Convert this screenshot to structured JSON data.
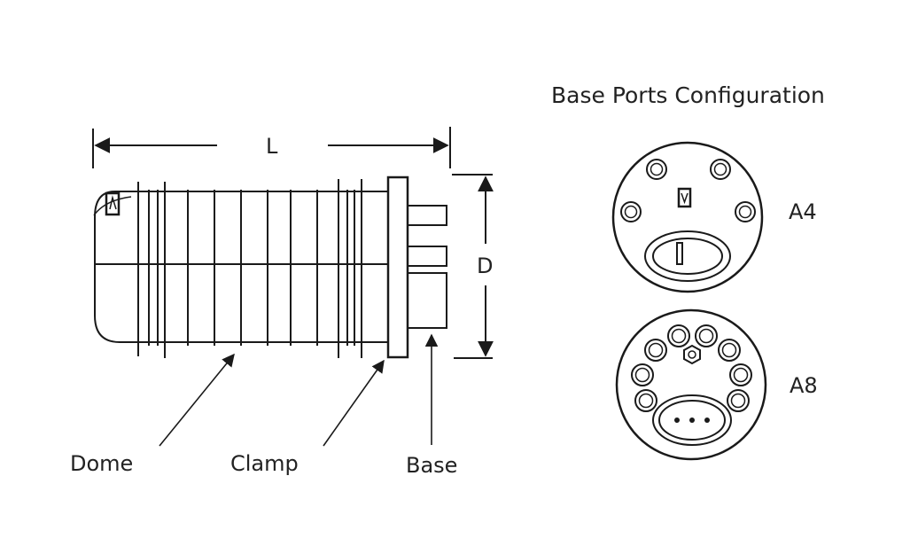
{
  "diagram": {
    "title": "Base Ports Configuration",
    "dimensions": {
      "length": "L",
      "diameter": "D"
    },
    "parts": {
      "dome": "Dome",
      "clamp": "Clamp",
      "base": "Base"
    },
    "configurations": [
      {
        "label": "A4"
      },
      {
        "label": "A8"
      }
    ],
    "colors": {
      "stroke": "#1a1a1a",
      "background": "#ffffff",
      "text": "#222222"
    }
  }
}
